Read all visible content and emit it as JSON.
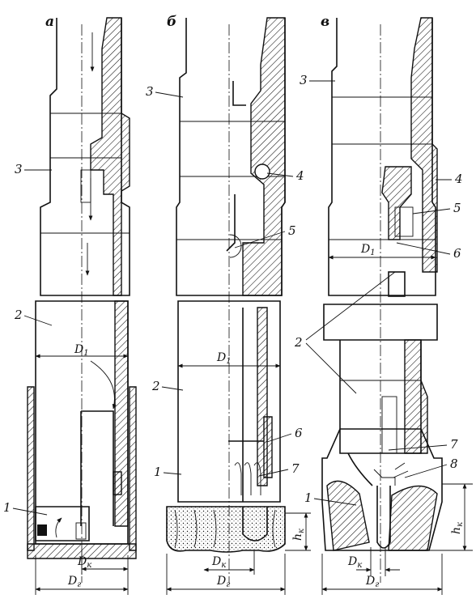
{
  "panels": {
    "a": {
      "label": "а",
      "callouts": [
        "3",
        "2",
        "1"
      ],
      "dims": {
        "d1": "D",
        "d1_sub": "1",
        "dk": "D",
        "dk_sub": "к",
        "dr": "D",
        "dr_sub": "г"
      }
    },
    "b": {
      "label": "б",
      "callouts": [
        "3",
        "4",
        "5",
        "2",
        "6",
        "1",
        "7"
      ],
      "dims": {
        "d1": "D",
        "d1_sub": "1",
        "dk": "D",
        "dk_sub": "к",
        "dr": "D",
        "dr_sub": "г",
        "hk": "h",
        "hk_sub": "к"
      }
    },
    "c": {
      "label": "в",
      "callouts": [
        "3",
        "4",
        "5",
        "6",
        "2",
        "7",
        "8",
        "1"
      ],
      "dims": {
        "d1": "D",
        "d1_sub": "1",
        "dk": "D",
        "dk_sub": "к",
        "dr": "D",
        "dr_sub": "г",
        "hk": "h",
        "hk_sub": "к"
      }
    }
  },
  "colors": {
    "line": "#111111",
    "background": "#ffffff"
  }
}
